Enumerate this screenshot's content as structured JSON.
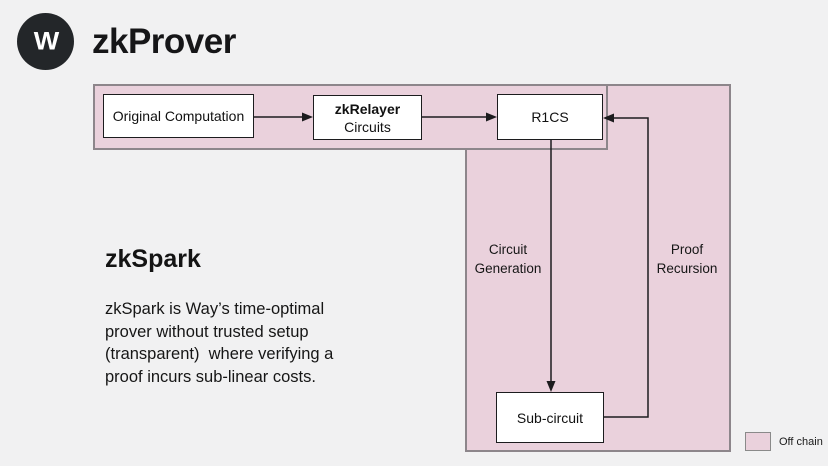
{
  "header": {
    "logo_letter": "W",
    "title": "zkProver"
  },
  "content": {
    "heading": "zkSpark",
    "paragraph": "zkSpark is Way’s time-optimal\nprover without trusted setup\n(transparent)  where verifying a\nproof incurs sub-linear costs."
  },
  "diagram": {
    "nodes": {
      "original_computation": "Original Computation",
      "zkrelayer_title": "zkRelayer",
      "zkrelayer_subtitle": "Circuits",
      "r1cs": "R1CS",
      "sub_circuit": "Sub-circuit"
    },
    "flow_labels": {
      "circuit_generation": "Circuit\nGeneration",
      "proof_recursion": "Proof\nRecursion"
    },
    "legend": {
      "label": "Off chain"
    },
    "colors": {
      "region_fill": "#ead1dc",
      "region_border": "#8d868b",
      "node_border": "#1c1c1e",
      "connector": "#1c1c1e",
      "background": "#f1f1f2"
    }
  }
}
